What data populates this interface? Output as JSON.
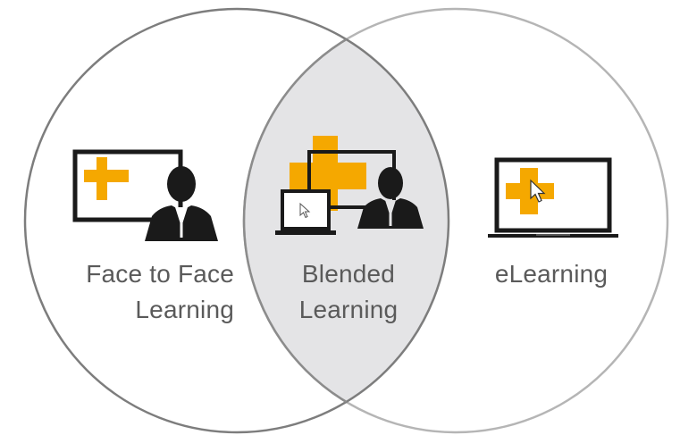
{
  "diagram": {
    "circles": [
      {
        "id": "left",
        "label_lines": [
          "Face to Face",
          "Learning"
        ],
        "stroke": "#7a7a7a"
      },
      {
        "id": "right",
        "label_lines": [
          "eLearning"
        ],
        "stroke": "#b0b0b0"
      }
    ],
    "intersection": {
      "label_lines": [
        "Blended",
        "Learning"
      ],
      "fill": "#e4e4e6",
      "stroke": "#8a8a8a"
    },
    "icons": [
      {
        "name": "classroom-presenter-icon",
        "region": "left"
      },
      {
        "name": "blended-learning-icon",
        "region": "center"
      },
      {
        "name": "laptop-elearning-icon",
        "region": "right"
      }
    ]
  },
  "colors": {
    "accent": "#f5a800",
    "icon_dark": "#1a1a1a",
    "label_text": "#5a5a5a"
  }
}
